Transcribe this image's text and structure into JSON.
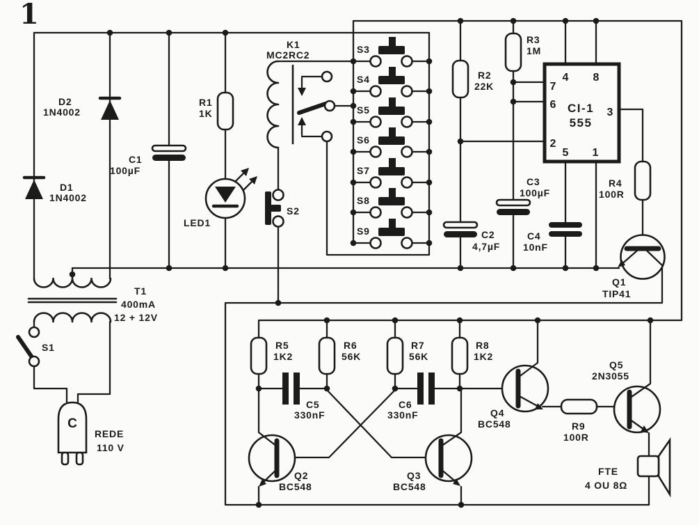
{
  "figure": {
    "number": "1"
  },
  "colors": {
    "ink": "#1b1b1b",
    "paper": "#fbfbf9"
  },
  "parts": {
    "d1": {
      "name": "D1",
      "value": "1N4002"
    },
    "d2": {
      "name": "D2",
      "value": "1N4002"
    },
    "c1": {
      "name": "C1",
      "value": "100µF"
    },
    "r1": {
      "name": "R1",
      "value": "1K"
    },
    "led1": {
      "name": "LED1"
    },
    "k1": {
      "name": "K1",
      "value": "MC2RC2"
    },
    "s1": {
      "name": "S1"
    },
    "s2": {
      "name": "S2"
    },
    "s3": {
      "name": "S3"
    },
    "s4": {
      "name": "S4"
    },
    "s5": {
      "name": "S5"
    },
    "s6": {
      "name": "S6"
    },
    "s7": {
      "name": "S7"
    },
    "s8": {
      "name": "S8"
    },
    "s9": {
      "name": "S9"
    },
    "r2": {
      "name": "R2",
      "value": "22K"
    },
    "r3": {
      "name": "R3",
      "value": "1M"
    },
    "ci1": {
      "name": "CI-1",
      "value": "555",
      "pins": {
        "p1": "1",
        "p2": "2",
        "p3": "3",
        "p4": "4",
        "p5": "5",
        "p6": "6",
        "p7": "7",
        "p8": "8"
      }
    },
    "c2": {
      "name": "C2",
      "value": "4,7µF"
    },
    "c3": {
      "name": "C3",
      "value": "100µF"
    },
    "c4": {
      "name": "C4",
      "value": "10nF"
    },
    "r4": {
      "name": "R4",
      "value": "100R"
    },
    "q1": {
      "name": "Q1",
      "value": "TIP41"
    },
    "t1": {
      "name": "T1",
      "current": "400mA",
      "voltage": "12 + 12V"
    },
    "mains": {
      "label": "REDE",
      "voltage": "110 V",
      "plug": "C"
    },
    "r5": {
      "name": "R5",
      "value": "1K2"
    },
    "r6": {
      "name": "R6",
      "value": "56K"
    },
    "r7": {
      "name": "R7",
      "value": "56K"
    },
    "r8": {
      "name": "R8",
      "value": "1K2"
    },
    "c5": {
      "name": "C5",
      "value": "330nF"
    },
    "c6": {
      "name": "C6",
      "value": "330nF"
    },
    "q2": {
      "name": "Q2",
      "value": "BC548"
    },
    "q3": {
      "name": "Q3",
      "value": "BC548"
    },
    "q4": {
      "name": "Q4",
      "value": "BC548"
    },
    "q5": {
      "name": "Q5",
      "value": "2N3055"
    },
    "r9": {
      "name": "R9",
      "value": "100R"
    },
    "speaker": {
      "label": "FTE",
      "impedance": "4 OU 8Ω"
    }
  }
}
